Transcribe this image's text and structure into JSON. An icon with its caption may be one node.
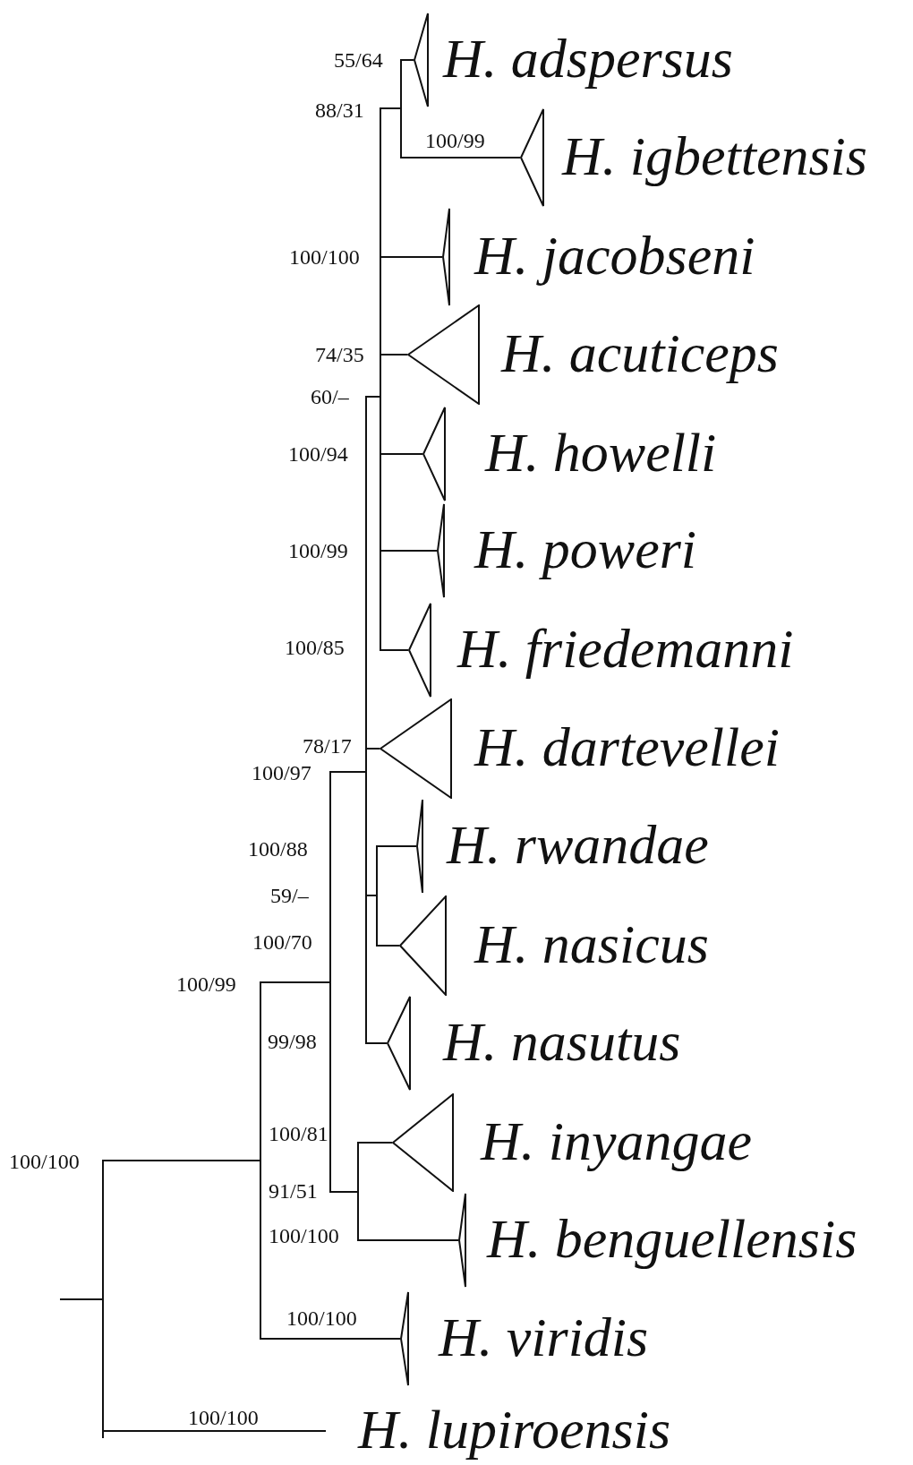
{
  "diagram": {
    "nodes": [
      {
        "text": [
          "H. adspersus"
        ]
      },
      {
        "text": [
          "H. igbettensis"
        ]
      },
      {
        "text": [
          "H. jacobseni"
        ]
      },
      {
        "text": [
          "H. acuticeps"
        ]
      },
      {
        "text": [
          "H. howelli"
        ]
      },
      {
        "text": [
          "H. poweri"
        ]
      },
      {
        "text": [
          "H. friedemanni"
        ]
      },
      {
        "text": [
          "H. dartevellei"
        ]
      },
      {
        "text": [
          "H. rwandae"
        ]
      },
      {
        "text": [
          "H. nasicus"
        ]
      },
      {
        "text": [
          "H. nasutus"
        ]
      },
      {
        "text": [
          "H. inyangae"
        ]
      },
      {
        "text": [
          "H. benguellensis"
        ]
      },
      {
        "text": [
          "H. viridis"
        ]
      },
      {
        "text": [
          "H. lupiroensis"
        ]
      },
      {
        "text": [],
        "shape": "bar"
      },
      {
        "text": [],
        "shape": "bar"
      },
      {
        "text": [],
        "shape": "bar"
      },
      {
        "text": [],
        "shape": "bar"
      },
      {
        "text": [],
        "shape": "bar"
      },
      {
        "text": [],
        "shape": "bar"
      },
      {
        "text": [],
        "shape": "bar"
      },
      {
        "text": [],
        "shape": "bar"
      }
    ],
    "edges": [
      {
        "from": 15,
        "to": 0,
        "arrow": "none",
        "label": "55/64"
      },
      {
        "from": 15,
        "to": 1,
        "arrow": "none",
        "label": "100/99"
      },
      {
        "from": 16,
        "to": 15,
        "arrow": "none",
        "label": "88/31"
      },
      {
        "from": 16,
        "to": 2,
        "arrow": "none",
        "label": "100/100"
      },
      {
        "from": 16,
        "to": 3,
        "arrow": "none",
        "label": "74/35"
      },
      {
        "from": 16,
        "to": 4,
        "arrow": "none",
        "label": "100/94"
      },
      {
        "from": 16,
        "to": 5,
        "arrow": "none",
        "label": "100/99"
      },
      {
        "from": 16,
        "to": 6,
        "arrow": "none",
        "label": "100/85"
      },
      {
        "from": 17,
        "to": 16,
        "arrow": "none",
        "label": "60/–"
      },
      {
        "from": 17,
        "to": 7,
        "arrow": "none",
        "label": "78/17"
      },
      {
        "from": 17,
        "to": 18,
        "arrow": "none",
        "label": "59/–"
      },
      {
        "from": 18,
        "to": 8,
        "arrow": "none",
        "label": "100/88"
      },
      {
        "from": 18,
        "to": 9,
        "arrow": "none",
        "label": "100/70"
      },
      {
        "from": 17,
        "to": 10,
        "arrow": "none",
        "label": "99/98"
      },
      {
        "from": 19,
        "to": 17,
        "arrow": "none",
        "label": "100/97"
      },
      {
        "from": 19,
        "to": 20,
        "arrow": "none",
        "label": "91/51"
      },
      {
        "from": 20,
        "to": 11,
        "arrow": "none",
        "label": "100/81"
      },
      {
        "from": 20,
        "to": 12,
        "arrow": "none",
        "label": "100/100"
      },
      {
        "from": 21,
        "to": 19,
        "arrow": "none",
        "label": "100/99"
      },
      {
        "from": 21,
        "to": 13,
        "arrow": "none",
        "label": "100/100"
      },
      {
        "from": 22,
        "to": 21,
        "arrow": "none",
        "label": "100/100"
      },
      {
        "from": 22,
        "to": 14,
        "arrow": "none",
        "label": "100/100"
      },
      {
        "from": null,
        "to": 22,
        "arrow": "none"
      }
    ]
  }
}
